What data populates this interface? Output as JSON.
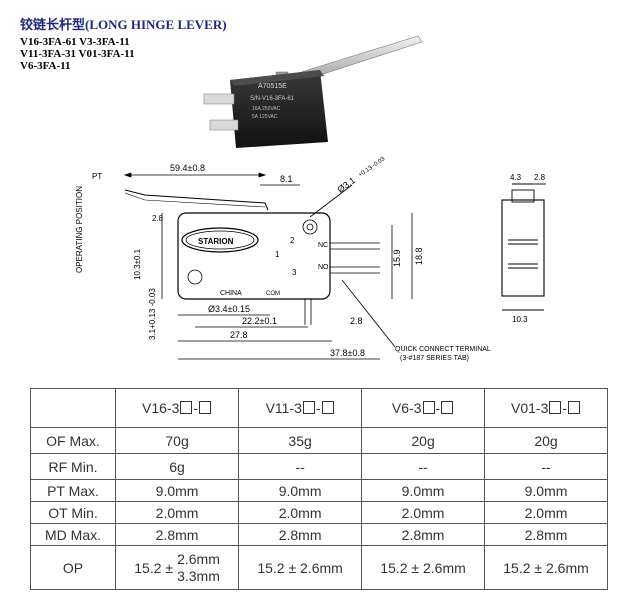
{
  "header": {
    "title": "铰链长杆型(LONG HINGE LEVER)",
    "models": [
      "V16-3FA-61   V3-3FA-11",
      "V11-3FA-31   V01-3FA-11",
      "V6-3FA-11"
    ]
  },
  "photo": {
    "body_text": [
      "A70515E",
      "S/N-V16-3FA-61",
      "16A 250VAC",
      "5A 125VAC"
    ]
  },
  "drawing": {
    "dim_length": "59.4±0.8",
    "dim_pt": "PT",
    "dim_81": "8.1",
    "dim_hole": "Ø3.1",
    "dim_hole_tol": "+0.13 -0.03",
    "dim_28_top": "2.8",
    "dim_op_pos": "OPERATING POSITION",
    "dim_103": "10.3±0.1",
    "dim_31": "3.1+0.13 -0.03",
    "dim_34": "Ø3.4±0.15",
    "dim_222": "22.2±0.1",
    "dim_28_bottom": "2.8",
    "dim_278": "27.8",
    "dim_378": "37.8±0.8",
    "dim_159": "15.9",
    "dim_188": "18.8",
    "brand": "STARION",
    "label_china": "CHINA",
    "label_com": "COM",
    "label_nc": "NC",
    "label_no": "NO",
    "terminal_1": "1",
    "terminal_2": "2",
    "terminal_3": "3",
    "qc_note_1": "QUICK CONNECT TERMINAL",
    "qc_note_2": "(3-#187 SERIES TAB)"
  },
  "side_view": {
    "dim_43": "4.3",
    "dim_28": "2.8",
    "dim_103": "10.3"
  },
  "specs": {
    "columns": [
      "V16-3",
      "V11-3",
      "V6-3",
      "V01-3"
    ],
    "rows": [
      {
        "label": "OF Max.",
        "values": [
          "70g",
          "35g",
          "20g",
          "20g"
        ]
      },
      {
        "label": "RF Min.",
        "values": [
          "6g",
          "--",
          "--",
          "--"
        ]
      },
      {
        "label": "PT Max.",
        "values": [
          "9.0mm",
          "9.0mm",
          "9.0mm",
          "9.0mm"
        ]
      },
      {
        "label": "OT Min.",
        "values": [
          "2.0mm",
          "2.0mm",
          "2.0mm",
          "2.0mm"
        ]
      },
      {
        "label": "MD Max.",
        "values": [
          "2.8mm",
          "2.8mm",
          "2.8mm",
          "2.8mm"
        ]
      }
    ],
    "op_label": "OP",
    "op_first_base": "15.2 ±",
    "op_first_upper": "2.6mm",
    "op_first_lower": "3.3mm",
    "op_others": [
      "15.2 ± 2.6mm",
      "15.2 ± 2.6mm",
      "15.2 ± 2.6mm"
    ]
  }
}
